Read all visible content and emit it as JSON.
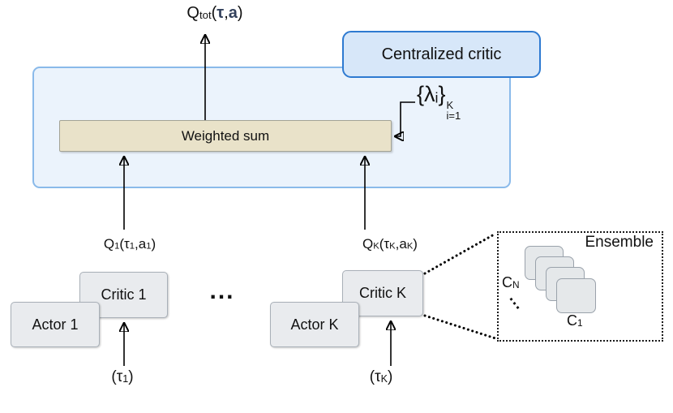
{
  "colors": {
    "container_fill": "#EBF3FC",
    "container_border": "#8ABAEA",
    "centralized_critic_fill": "#D7E7F9",
    "centralized_critic_border": "#2E7AD1",
    "weighted_sum_fill": "#E9E2C9",
    "weighted_sum_border": "#A3A396",
    "agent_box_fill": "#E9EBEE",
    "agent_box_border": "#A9B0B8",
    "formula_accent": "#33415C",
    "connector": "#000000"
  },
  "centralized_critic": {
    "label": "Centralized critic"
  },
  "weighted_sum": {
    "label": "Weighted sum"
  },
  "agents": {
    "critic_1": "Critic 1",
    "actor_1": "Actor 1",
    "critic_k": "Critic K",
    "actor_k": "Actor K",
    "between_dots": "..."
  },
  "ensemble": {
    "title": "Ensemble",
    "dots": "...",
    "back_card_label": [
      {
        "t": "C"
      },
      {
        "t": "N",
        "s": "sub"
      }
    ],
    "front_card_label": [
      {
        "t": "C"
      },
      {
        "t": "1",
        "s": "sub"
      }
    ]
  },
  "formulas": {
    "q_tot": [
      {
        "t": "Q"
      },
      {
        "t": "tot",
        "s": "sub"
      },
      {
        "t": "("
      },
      {
        "t": "τ",
        "s": "accent"
      },
      {
        "t": ","
      },
      {
        "t": "a",
        "s": "accent"
      },
      {
        "t": ")"
      }
    ],
    "q_1": [
      {
        "t": "Q"
      },
      {
        "t": "1",
        "s": "sub"
      },
      {
        "t": "("
      },
      {
        "t": "τ"
      },
      {
        "t": "1",
        "s": "sub"
      },
      {
        "t": ",a"
      },
      {
        "t": "1",
        "s": "sub"
      },
      {
        "t": ")"
      }
    ],
    "q_k": [
      {
        "t": "Q"
      },
      {
        "t": "K",
        "s": "sub"
      },
      {
        "t": "("
      },
      {
        "t": "τ"
      },
      {
        "t": "K",
        "s": "sub"
      },
      {
        "t": ",a"
      },
      {
        "t": "K",
        "s": "sub"
      },
      {
        "t": ")"
      }
    ],
    "tau_1": [
      {
        "t": "("
      },
      {
        "t": "τ"
      },
      {
        "t": "1",
        "s": "sub"
      },
      {
        "t": ")"
      }
    ],
    "tau_k": [
      {
        "t": "("
      },
      {
        "t": "τ"
      },
      {
        "t": "K",
        "s": "sub"
      },
      {
        "t": ")"
      }
    ],
    "lambda_set": [
      {
        "t": "{"
      },
      {
        "t": "λ"
      },
      {
        "t": "i",
        "s": "sub"
      },
      {
        "t": "}"
      }
    ],
    "lambda_sup": "K",
    "lambda_sub": "i=1"
  }
}
